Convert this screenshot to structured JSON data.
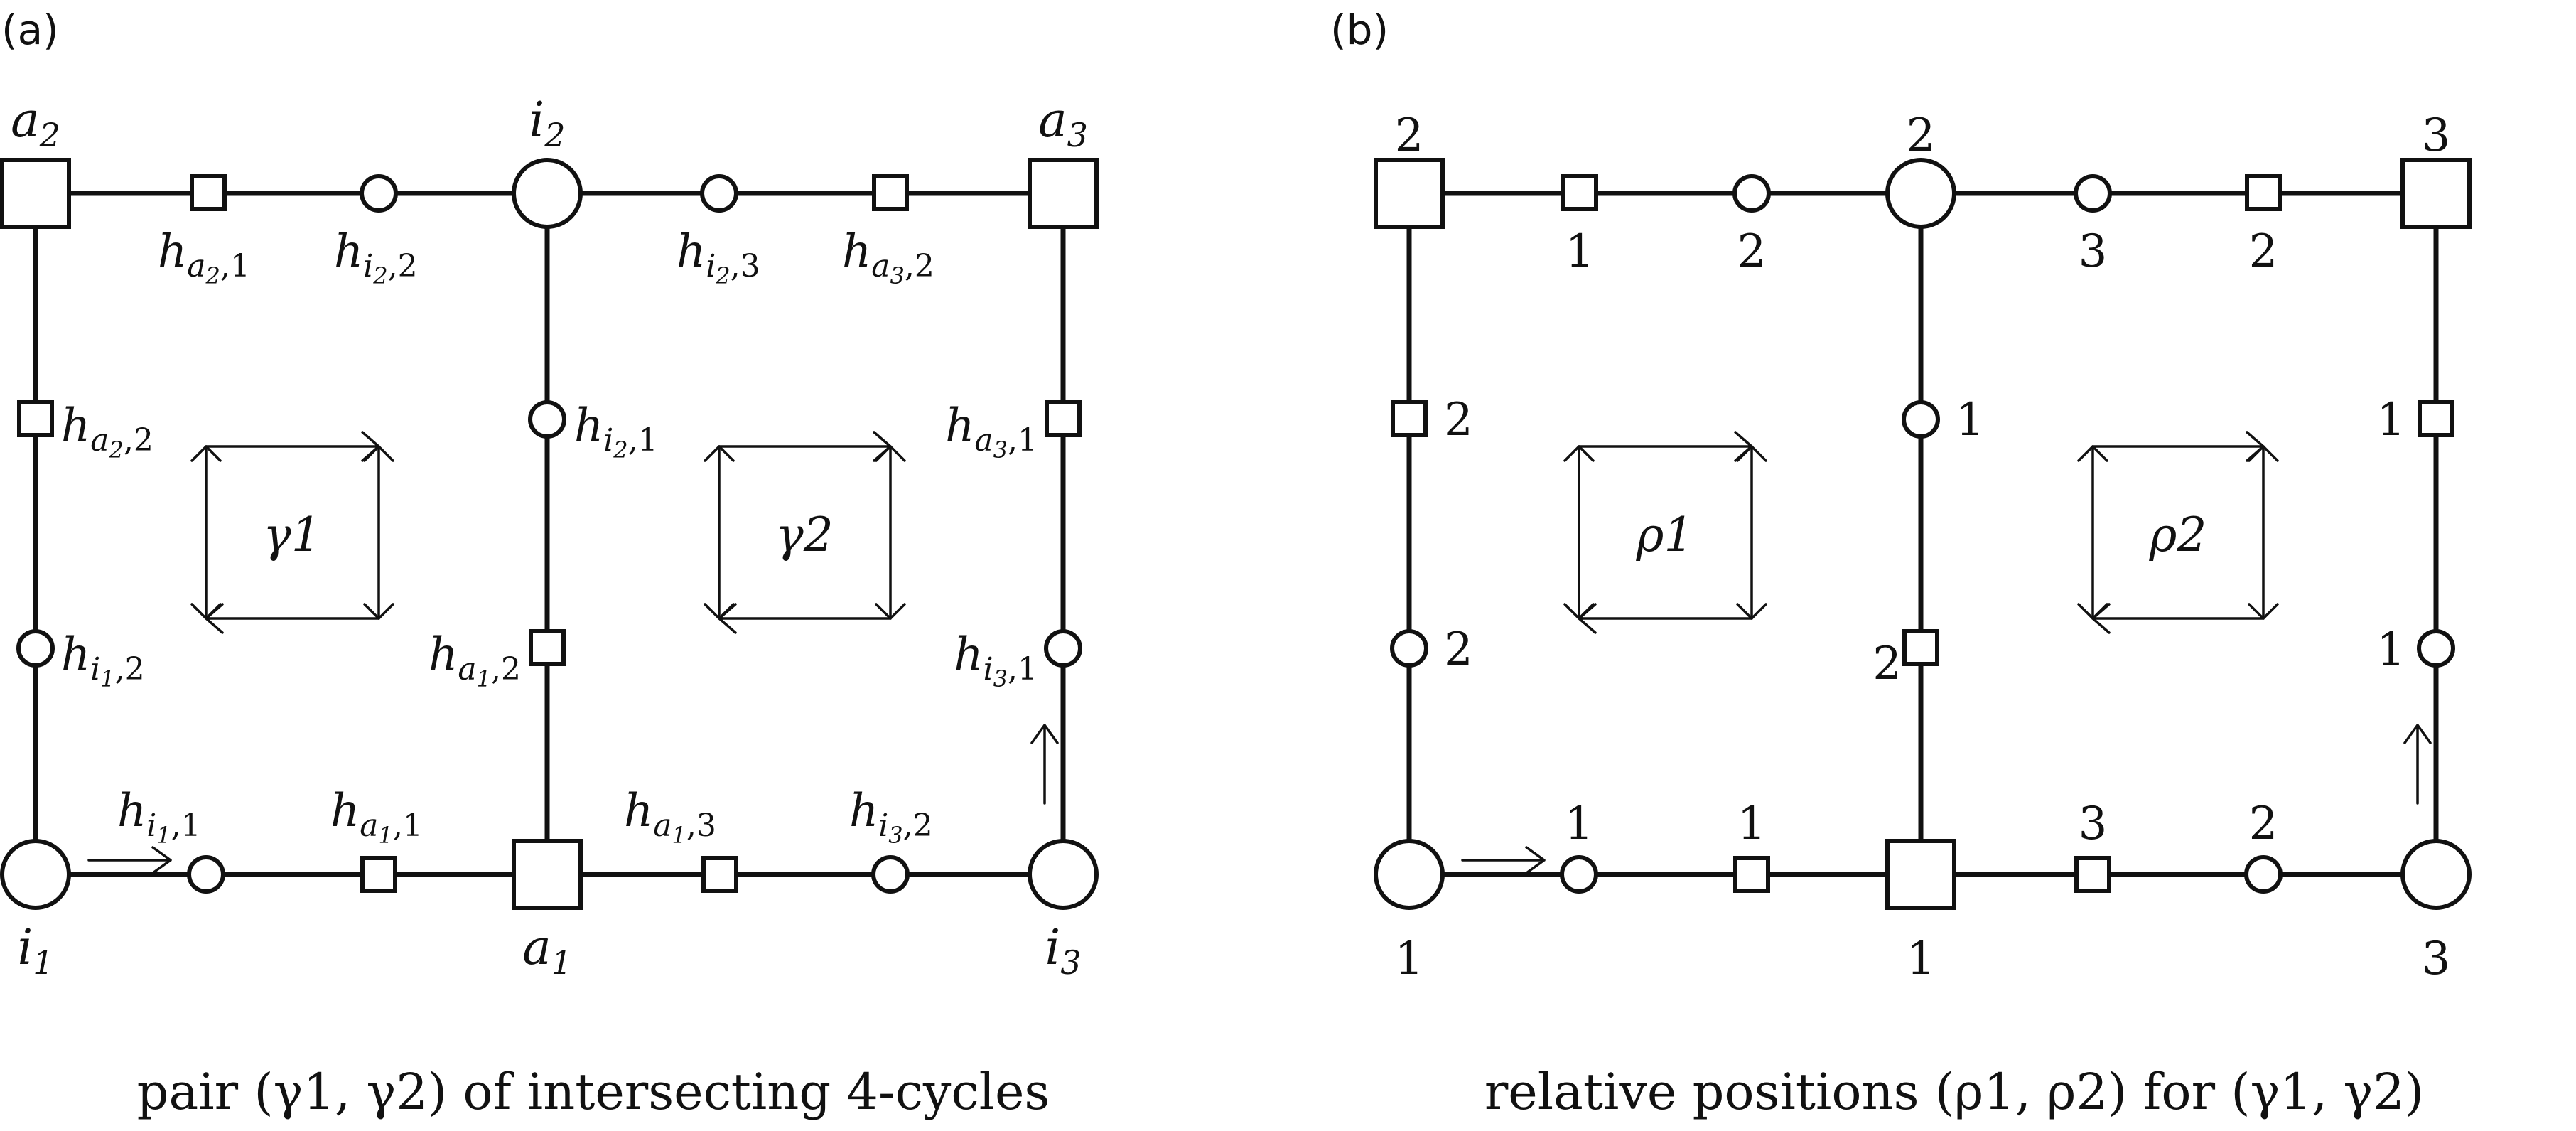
{
  "panels": [
    {
      "tag": "(a)",
      "caption": "pair (γ1, γ2) of intersecting 4-cycles",
      "cycles": [
        "γ1",
        "γ2"
      ],
      "corner_labels": {
        "top_left": {
          "base": "a",
          "sub": "2"
        },
        "top_mid": {
          "base": "i",
          "sub": "2"
        },
        "top_right": {
          "base": "a",
          "sub": "3"
        },
        "bot_left": {
          "base": "i",
          "sub": "1"
        },
        "bot_mid": {
          "base": "a",
          "sub": "1"
        },
        "bot_right": {
          "base": "i",
          "sub": "3"
        }
      },
      "edge_labels": {
        "t1": {
          "base": "h",
          "sub": "a",
          "subsub": "2",
          "idx": "1"
        },
        "t2": {
          "base": "h",
          "sub": "i",
          "subsub": "2",
          "idx": "2"
        },
        "t3": {
          "base": "h",
          "sub": "i",
          "subsub": "2",
          "idx": "3"
        },
        "t4": {
          "base": "h",
          "sub": "a",
          "subsub": "3",
          "idx": "2"
        },
        "l1": {
          "base": "h",
          "sub": "a",
          "subsub": "2",
          "idx": "2"
        },
        "l2": {
          "base": "h",
          "sub": "i",
          "subsub": "1",
          "idx": "2"
        },
        "m1": {
          "base": "h",
          "sub": "i",
          "subsub": "2",
          "idx": "1"
        },
        "m2": {
          "base": "h",
          "sub": "a",
          "subsub": "1",
          "idx": "2"
        },
        "r1": {
          "base": "h",
          "sub": "a",
          "subsub": "3",
          "idx": "1"
        },
        "r2": {
          "base": "h",
          "sub": "i",
          "subsub": "3",
          "idx": "1"
        },
        "b1": {
          "base": "h",
          "sub": "i",
          "subsub": "1",
          "idx": "1"
        },
        "b2": {
          "base": "h",
          "sub": "a",
          "subsub": "1",
          "idx": "1"
        },
        "b3": {
          "base": "h",
          "sub": "a",
          "subsub": "1",
          "idx": "3"
        },
        "b4": {
          "base": "h",
          "sub": "i",
          "subsub": "3",
          "idx": "2"
        }
      }
    },
    {
      "tag": "(b)",
      "caption": "relative positions (ρ1, ρ2) for (γ1, γ2)",
      "cycles": [
        "ρ1",
        "ρ2"
      ],
      "corner_labels": {
        "top_left": "2",
        "top_mid": "2",
        "top_right": "3",
        "bot_left": "1",
        "bot_mid": "1",
        "bot_right": "3"
      },
      "edge_labels": {
        "t1": "1",
        "t2": "2",
        "t3": "3",
        "t4": "2",
        "l1": "2",
        "l2": "2",
        "m1": "1",
        "m2": "2",
        "r1": "1",
        "r2": "1",
        "b1": "1",
        "b2": "1",
        "b3": "3",
        "b4": "2"
      }
    }
  ]
}
